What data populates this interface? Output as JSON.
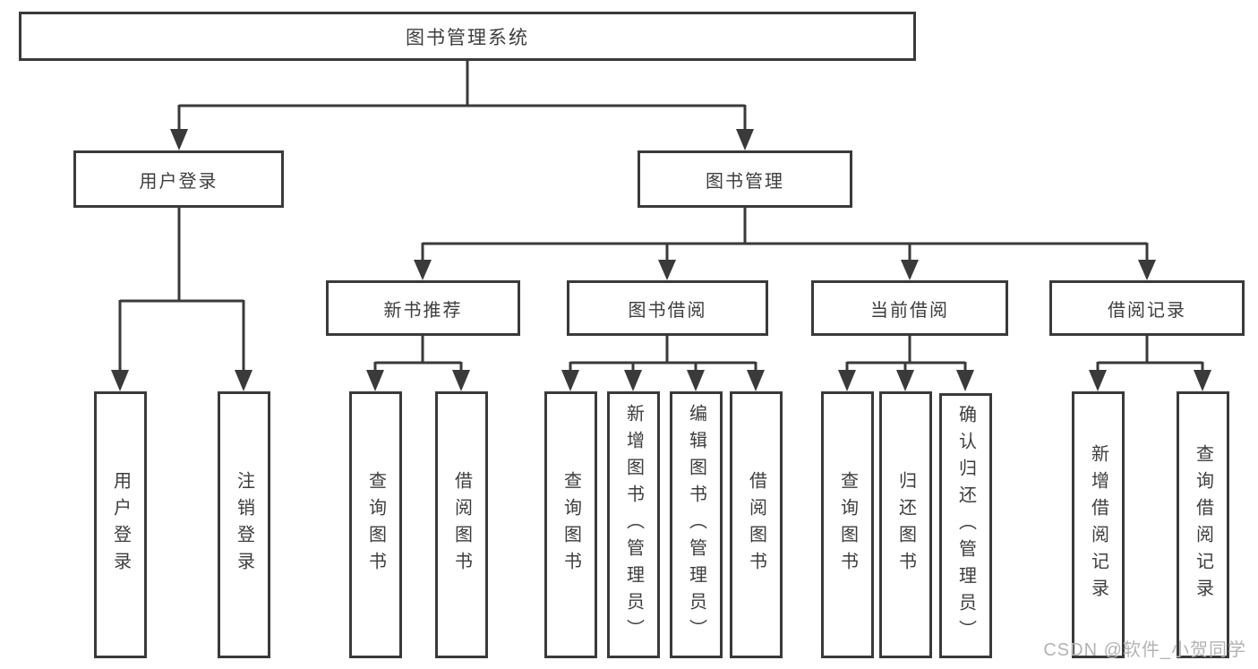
{
  "diagram_title": "图书管理系统",
  "nodes": {
    "root": "图书管理系统",
    "user_login": "用户登录",
    "book_management": "图书管理",
    "leaf_user_login": "用户登录",
    "leaf_logout": "注销登录",
    "new_book_recommend": "新书推荐",
    "book_borrow": "图书借阅",
    "current_borrow": "当前借阅",
    "borrow_record": "借阅记录",
    "nb_query_book": "查询图书",
    "nb_borrow_book": "借阅图书",
    "bb_query_book": "查询图书",
    "bb_add_book": "新增图书（管理员）",
    "bb_edit_book": "编辑图书（管理员）",
    "bb_borrow_book": "借阅图书",
    "cb_query_book": "查询图书",
    "cb_return_book": "归还图书",
    "cb_confirm_return": "确认归还（管理员）",
    "br_add_record": "新增借阅记录",
    "br_query_record": "查询借阅记录"
  },
  "watermark": "CSDN @软件_小贺同学",
  "colors": {
    "line": "#3a3a3a",
    "text": "#3d3d3d",
    "background": "#ffffff",
    "watermark": "#b3b3b3"
  }
}
